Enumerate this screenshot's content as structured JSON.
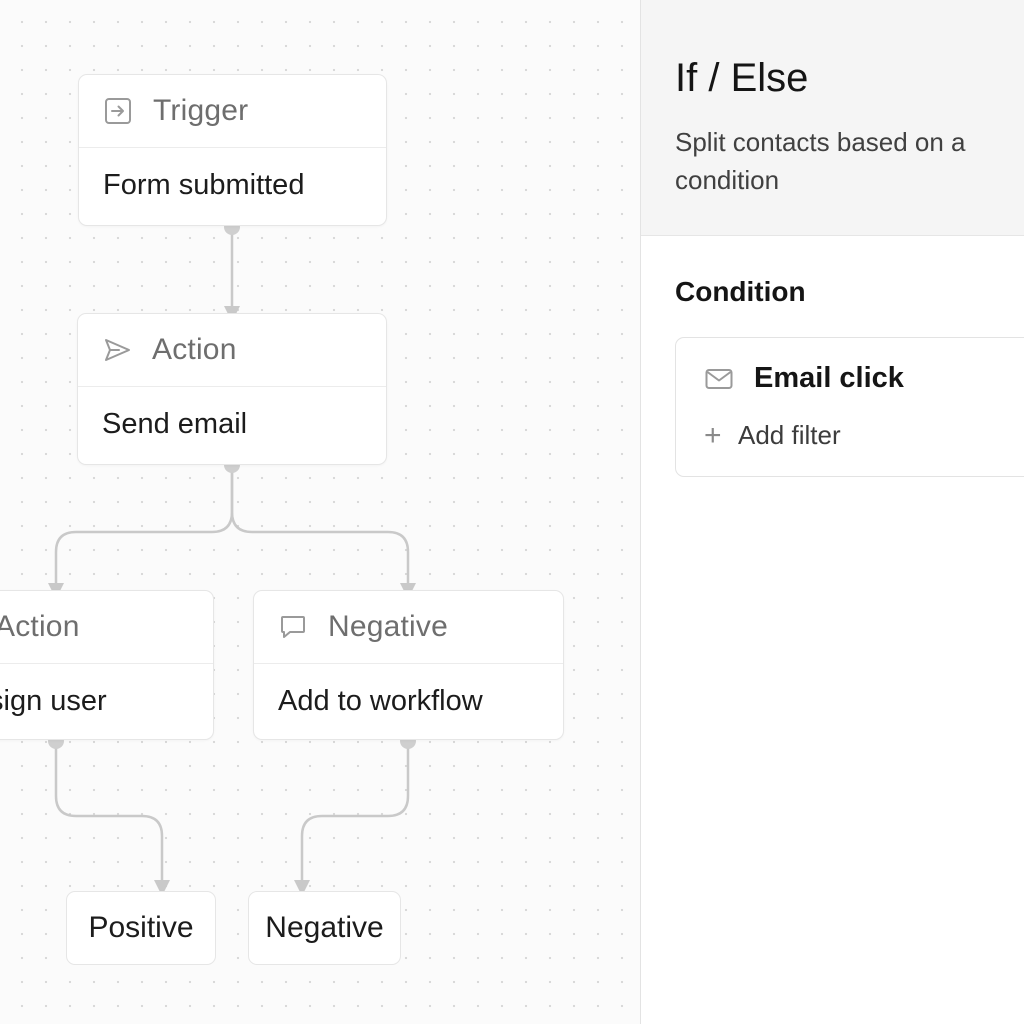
{
  "canvas": {
    "nodes": {
      "trigger": {
        "type": "Trigger",
        "label": "Form submitted",
        "icon": "enter-icon"
      },
      "action_send": {
        "type": "Action",
        "label": "Send email",
        "icon": "send-icon"
      },
      "action_assign": {
        "type": "Action",
        "label": "sign user",
        "icon": "none"
      },
      "negative_branch": {
        "type": "Negative",
        "label": "Add to workflow",
        "icon": "comment-icon"
      }
    },
    "endpoints": {
      "positive": "Positive",
      "negative": "Negative"
    }
  },
  "panel": {
    "title": "If / Else",
    "description": "Split contacts based on a condition",
    "condition": {
      "section_label": "Condition",
      "name": "Email click",
      "icon": "mail-icon",
      "add_filter_label": "Add filter"
    }
  },
  "colors": {
    "connector": "#c9c9c9",
    "node_border": "#e6e6e6",
    "panel_header_bg": "#f5f5f5"
  }
}
